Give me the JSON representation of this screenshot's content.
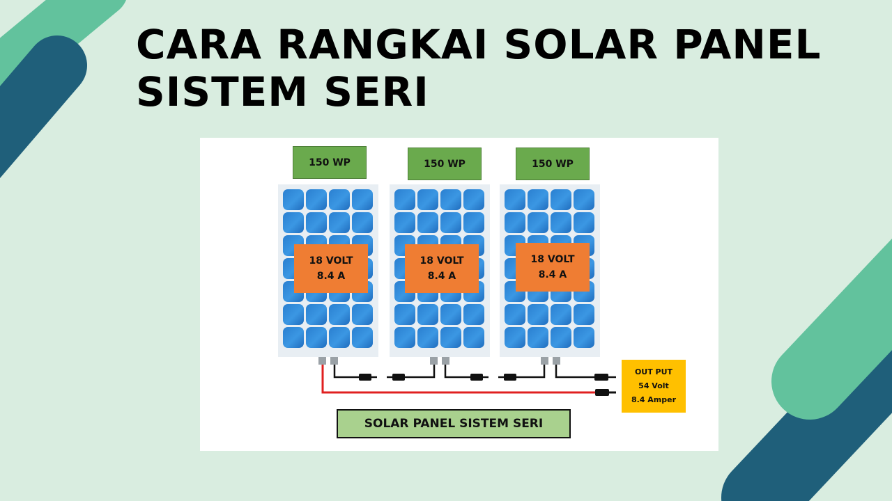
{
  "title": {
    "line1": "CARA RANGKAI SOLAR PANEL",
    "line2": "SISTEM SERI"
  },
  "panels": [
    {
      "wp_label": "150 WP",
      "volt": "18 VOLT",
      "amp": "8.4 A"
    },
    {
      "wp_label": "150 WP",
      "volt": "18 VOLT",
      "amp": "8.4 A"
    },
    {
      "wp_label": "150 WP",
      "volt": "18 VOLT",
      "amp": "8.4 A"
    }
  ],
  "output": {
    "heading": "OUT PUT",
    "voltage": "54 Volt",
    "current": "8.4 Amper"
  },
  "caption": "SOLAR PANEL SISTEM SERI",
  "colors": {
    "background": "#d9ede0",
    "accent_teal": "#62c29d",
    "accent_dark": "#1f5f7a",
    "wp_label": "#6aaa4d",
    "spec_label": "#ef7d33",
    "output_box": "#ffc000",
    "caption_box": "#a9d18e",
    "wire_positive": "#e02020",
    "wire_negative": "#111111"
  }
}
